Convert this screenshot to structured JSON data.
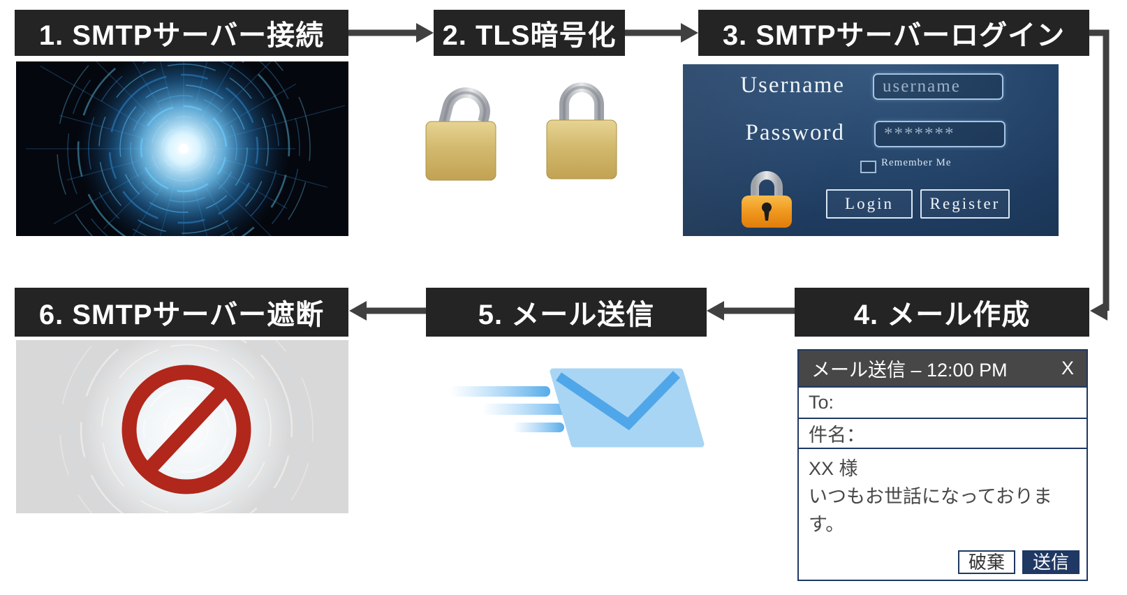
{
  "flow": {
    "steps": [
      {
        "label": "1. SMTPサーバー接続"
      },
      {
        "label": "2. TLS暗号化"
      },
      {
        "label": "3. SMTPサーバーログイン"
      },
      {
        "label": "4. メール作成"
      },
      {
        "label": "5. メール送信"
      },
      {
        "label": "6. SMTPサーバー遮断"
      }
    ]
  },
  "login_panel": {
    "username_label": "Username",
    "username_placeholder": "username",
    "password_label": "Password",
    "password_value": "*******",
    "remember_label": "Remember Me",
    "login_button": "Login",
    "register_button": "Register"
  },
  "mail_window": {
    "title": "メール送信 – 12:00 PM",
    "close_label": "X",
    "to_label": "To:",
    "subject_label": "件名：",
    "body_line1": "XX 様",
    "body_line2": "いつもお世話になっております。",
    "discard_button": "破棄",
    "send_button": "送信"
  },
  "colors": {
    "label_bg": "#242424",
    "arrow": "#404040",
    "navy": "#1f3864",
    "title_bar": "#474747",
    "ban_red": "#b1271b",
    "envelope_blue": "#a9d5f4",
    "envelope_flap": "#4fa7e9",
    "lock_brass": "#d2b96e",
    "tech_glow": "#56b7f0"
  }
}
